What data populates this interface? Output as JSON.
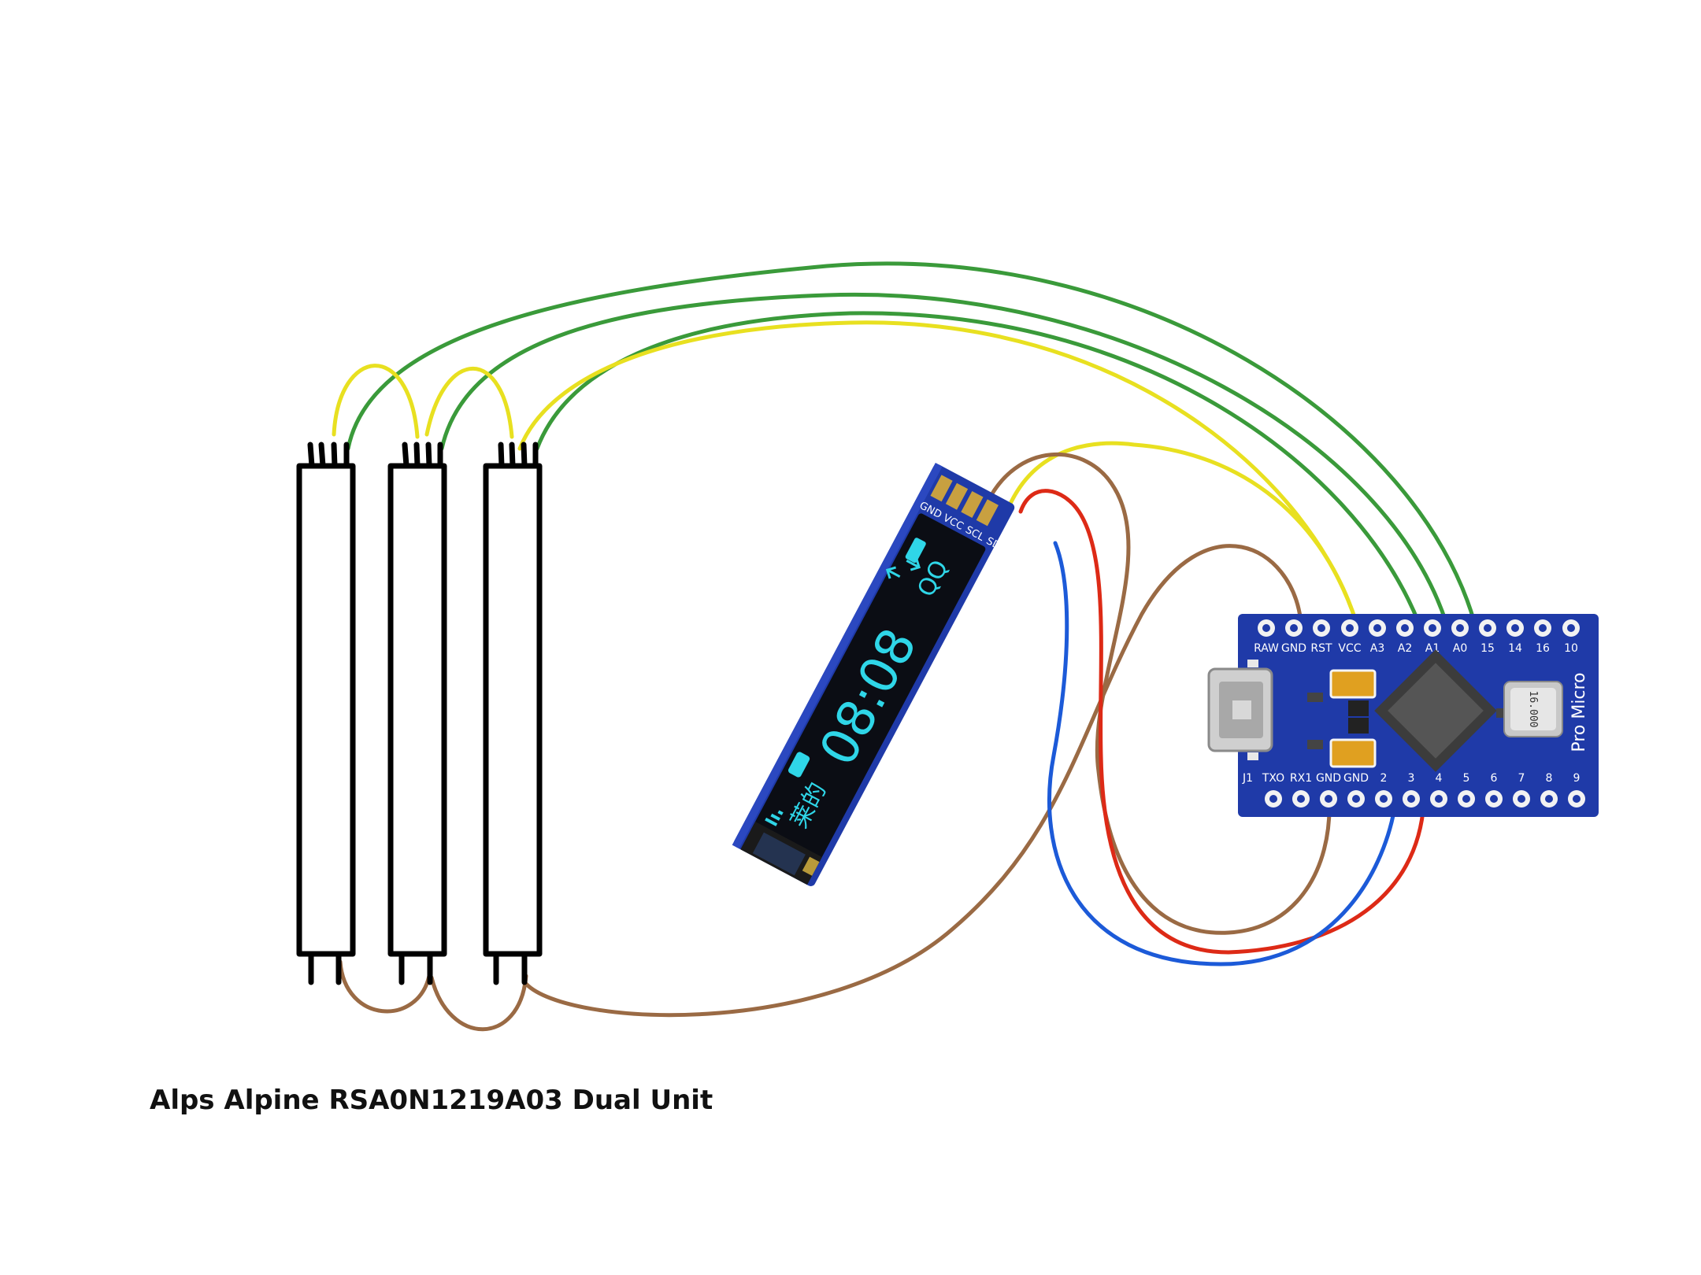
{
  "caption": "Alps Alpine RSA0N1219A03 Dual Unit",
  "colors": {
    "wire_green": "#3a9a3a",
    "wire_yellow": "#e8e020",
    "wire_brown": "#9a6a44",
    "wire_red": "#dd2a16",
    "wire_blue": "#1c5ad8",
    "pcb_blue": "#1f3aa8",
    "oled_cyan": "#2fd6e8"
  },
  "oled": {
    "pins": [
      "GND",
      "VCC",
      "SCL",
      "SDA"
    ],
    "time": "08:08",
    "side_chars": "QQ",
    "cjk_chars": "莱的"
  },
  "pro_micro": {
    "board_name": "Pro Micro",
    "top_pins": [
      "RAW",
      "GND",
      "RST",
      "VCC",
      "A3",
      "A2",
      "A1",
      "A0",
      "15",
      "14",
      "16",
      "10"
    ],
    "bottom_pins": [
      "TXO",
      "RX1",
      "GND",
      "GND",
      "2",
      "3",
      "4",
      "5",
      "6",
      "7",
      "8",
      "9"
    ],
    "j1_label": "J1",
    "crystal_label": "16.000"
  },
  "slide_pots": {
    "count": 3
  }
}
